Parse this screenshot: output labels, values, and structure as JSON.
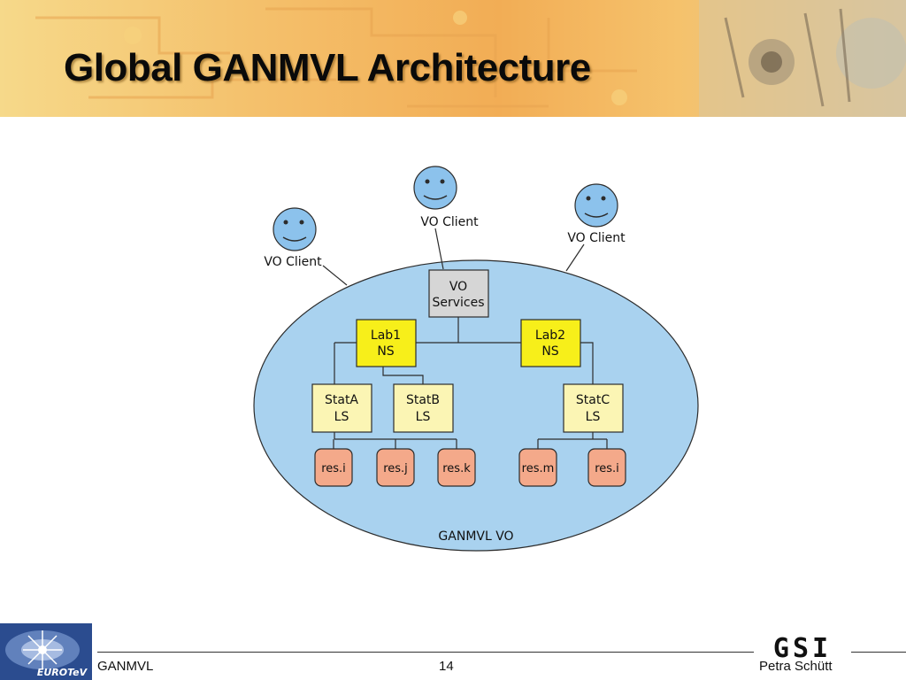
{
  "slide": {
    "title": "Global GANMVL Architecture",
    "footer": {
      "left": "GANMVL",
      "center": "14",
      "right": "Petra Schütt"
    },
    "logos": {
      "left": "EUROTeV",
      "right": "GSI"
    }
  },
  "diagram": {
    "clients": [
      "VO Client",
      "VO Client",
      "VO Client"
    ],
    "vo_services": {
      "line1": "VO",
      "line2": "Services"
    },
    "name_servers": [
      {
        "line1": "Lab1",
        "line2": "NS"
      },
      {
        "line1": "Lab2",
        "line2": "NS"
      }
    ],
    "lookup_services": [
      {
        "line1": "StatA",
        "line2": "LS"
      },
      {
        "line1": "StatB",
        "line2": "LS"
      },
      {
        "line1": "StatC",
        "line2": "LS"
      }
    ],
    "resources": [
      "res.i",
      "res.j",
      "res.k",
      "res.m",
      "res.i"
    ],
    "vo_label": "GANMVL VO"
  },
  "colors": {
    "vo_fill": "#a9d2ef",
    "services_fill": "#d6d6d6",
    "ns_fill": "#f7ef1a",
    "ls_fill": "#fbf5b4",
    "res_fill": "#f4a98a",
    "face_fill": "#8cc2ec"
  }
}
